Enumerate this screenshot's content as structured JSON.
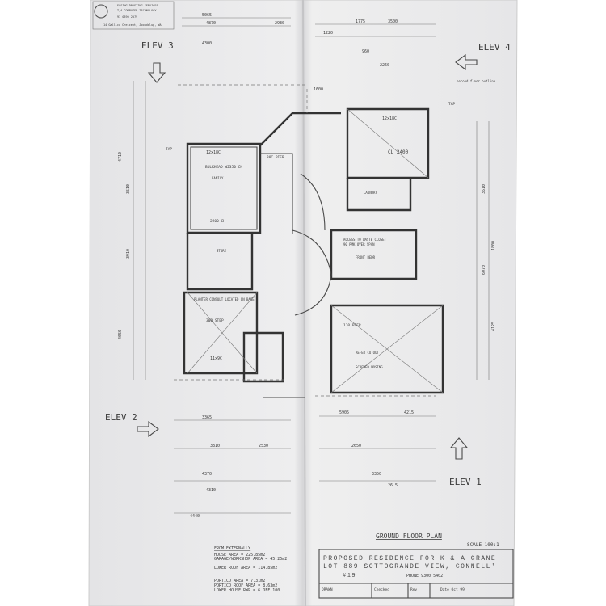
{
  "colors": {
    "paper": "#e9e9ea",
    "ink": "#3a3a3a",
    "background": "#ffffff"
  },
  "stamp": {
    "lines": [
      "ESSING DRAFTING SERVICES",
      "T/A COMPUTER TECHNOLOGY",
      "93 0390 2579",
      "14 Gallica Crescent, Joondalup, WA"
    ]
  },
  "elevations": {
    "elev1": "ELEV 1",
    "elev2": "ELEV 2",
    "elev3": "ELEV 3",
    "elev4": "ELEV 4"
  },
  "rooms": {
    "family": "FAMILY",
    "bulkhead": "BULKHEAD W2350 CH",
    "bed1_size": "12x18C",
    "bed2_size": "12x18C",
    "cl": "CL 2400",
    "laundry": "LAUNDRY",
    "front_bed": "FRONT BEDR",
    "wc": "ACCESS TO WASTE CLOSET",
    "span": "90 RMK OVER SPAN",
    "store": "STORE",
    "room_size": "11x9C",
    "step": "300 STEP",
    "planter": "PLANTER CONSULT LOCATED ON BASE",
    "pier": "110 PIER",
    "pier2": "30C PIER",
    "refer": "REFER CUTOUT",
    "screw": "SCREWED NOSING",
    "ch": "2200 CH",
    "second_floor": "second floor outline",
    "tap": "TAP",
    "tap2": "TAP"
  },
  "dimensions": {
    "top": [
      "5065",
      "4870",
      "2930",
      "4300",
      "1220",
      "1775",
      "3500",
      "2260",
      "1600",
      "960"
    ],
    "bottom": [
      "3365",
      "4370",
      "5905",
      "4215",
      "3810",
      "2530",
      "2650",
      "4310",
      "3350",
      "4440",
      "26.5"
    ],
    "left": [
      "4710",
      "3510",
      "3910",
      "4650"
    ],
    "right": [
      "3510",
      "1800",
      "6070",
      "4125"
    ]
  },
  "plan_title": "GROUND FLOOR PLAN",
  "scale": "SCALE 100:1",
  "areas": {
    "heading": "FROM EXTERNALLY",
    "lines": [
      "HOUSE AREA = 225.85m2",
      "GARAGE/WORKSHOP AREA = 45.25m2",
      "LOWER ROOF AREA = 114.85m2",
      "PORTICO AREA = 7.31m2",
      "PORTICO ROOF AREA = 8.63m2",
      "LOWER HOUSE RWP = 6 OFF 100"
    ]
  },
  "title_block": {
    "line1": "PROPOSED RESIDENCE FOR K & A CRANE",
    "line2": "LOT 889 SOTTOGRANDE VIEW, CONNELL'",
    "line3": "#19",
    "phone": "PHONE 9300 5402",
    "drawn": "DRAWN",
    "checked": "Checked",
    "rev": "Rev",
    "date": "Date Oct 99"
  }
}
